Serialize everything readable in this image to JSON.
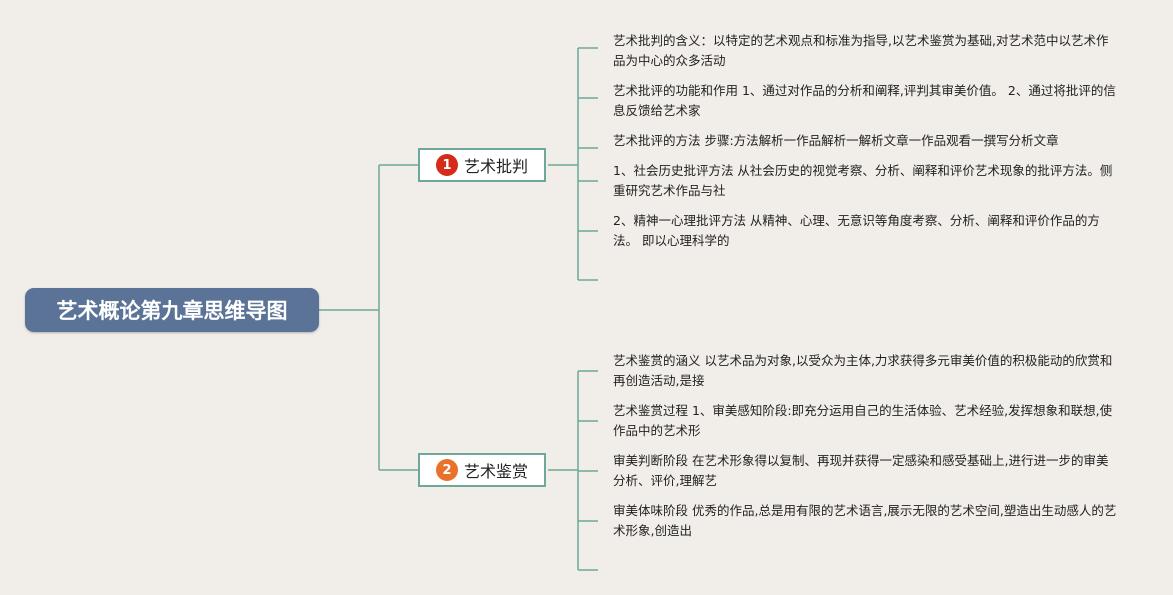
{
  "title": "艺术概论第九章思维导图",
  "colors": {
    "background": "#f1eee9",
    "root_fill": "#5a7396",
    "line": "#6ea89a",
    "badge_1": "#d42b1a",
    "badge_2": "#e8722a"
  },
  "branches": [
    {
      "number": "1",
      "label": "艺术批判",
      "items": [
        "艺术批判的含义：以特定的艺术观点和标准为指导,以艺术鉴赏为基础,对艺术范中以艺术作品为中心的众多活动",
        "艺术批评的功能和作用 1、通过对作品的分析和阐释,评判其审美价值。 2、通过将批评的信息反馈给艺术家",
        "艺术批评的方法 步骤:方法解析一作品解析一解析文章一作品观看一撰写分析文章",
        "1、社会历史批评方法 从社会历史的视觉考察、分析、阐释和评价艺术现象的批评方法。侧重研究艺术作品与社",
        "2、精神一心理批评方法 从精神、心理、无意识等角度考察、分析、阐释和评价作品的方法。 即以心理科学的",
        ""
      ]
    },
    {
      "number": "2",
      "label": "艺术鉴赏",
      "items": [
        "艺术鉴赏的涵义 以艺术品为对象,以受众为主体,力求获得多元审美价值的积极能动的欣赏和再创造活动,是接",
        "艺术鉴赏过程 1、审美感知阶段:即充分运用自己的生活体验、艺术经验,发挥想象和联想,使作品中的艺术形",
        "审美判断阶段 在艺术形象得以复制、再现并获得一定感染和感受基础上,进行进一步的审美分析、评价,理解艺",
        "审美体味阶段 优秀的作品,总是用有限的艺术语言,展示无限的艺术空间,塑造出生动感人的艺术形象,创造出",
        ""
      ]
    }
  ]
}
